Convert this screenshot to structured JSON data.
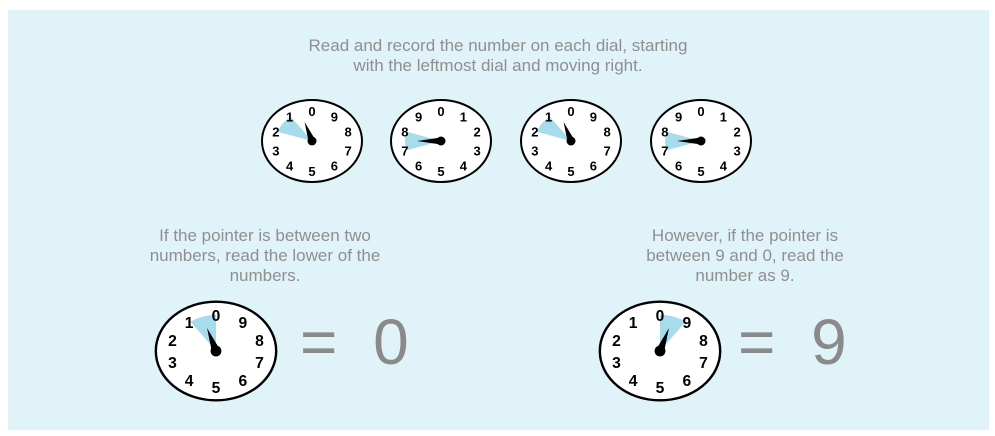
{
  "text": {
    "intro_line1": "Read and record the number on each dial, starting",
    "intro_line2": "with the leftmost dial and moving right.",
    "left_line1": "If the pointer is between two",
    "left_line2": "numbers, read the lower of the",
    "left_line3": "numbers.",
    "right_line1": "However, if the pointer is",
    "right_line2": "between 9 and 0, read the",
    "right_line3": "number as 9."
  },
  "equations": [
    {
      "sign": "=",
      "value": "0"
    },
    {
      "sign": "=",
      "value": "9"
    }
  ],
  "colors": {
    "panel": "#e0f3f8",
    "wedge": "#a6dcec",
    "text": "#8f8f8f",
    "pointer": "#000000"
  },
  "dials": [
    {
      "direction": "counterclockwise",
      "reading": 1,
      "pointer_digit": 0.5
    },
    {
      "direction": "clockwise",
      "reading": 7,
      "pointer_digit": 7.5
    },
    {
      "direction": "counterclockwise",
      "reading": 1,
      "pointer_digit": 0.5
    },
    {
      "direction": "clockwise",
      "reading": 7,
      "pointer_digit": 7.5
    },
    {
      "direction": "counterclockwise",
      "reading": 0,
      "pointer_digit": 0.5
    },
    {
      "direction": "counterclockwise",
      "reading": 9,
      "pointer_digit": 9.5
    }
  ]
}
